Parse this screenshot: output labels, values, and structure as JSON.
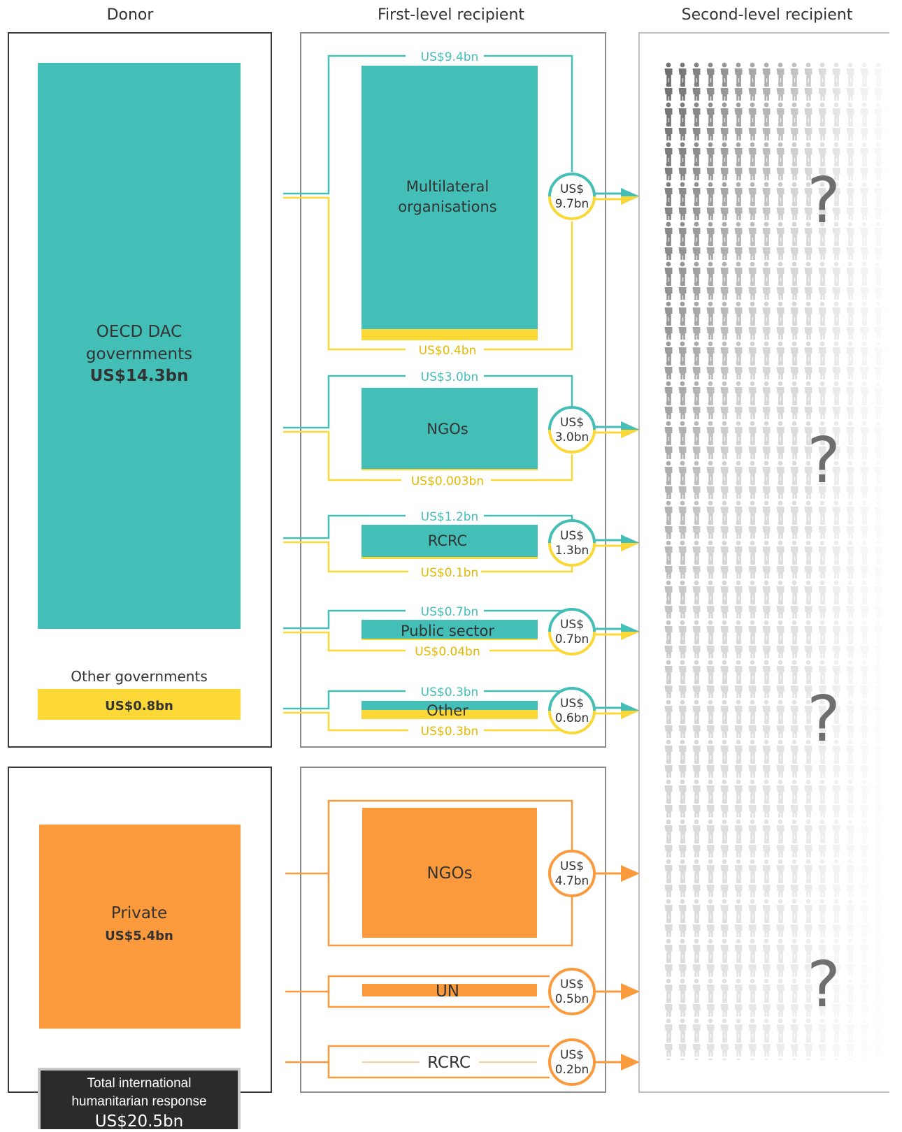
{
  "colors": {
    "teal": "#43bfb8",
    "yellow": "#fbd835",
    "orange": "#fb9a3c",
    "frame": "#3a3a3a",
    "frame_light": "#8c8c8c",
    "text": "#333333",
    "dark_box": "#2b2b2b",
    "question": "#6e6e6e"
  },
  "headers": {
    "donor": "Donor",
    "first_level": "First-level recipient",
    "second_level": "Second-level recipient"
  },
  "donors": {
    "oecd": {
      "name_line1": "OECD DAC",
      "name_line2": "governments",
      "amount": "US$14.3bn",
      "value_bn": 14.3
    },
    "other_gov": {
      "name": "Other governments",
      "amount": "US$0.8bn",
      "value_bn": 0.8
    },
    "private": {
      "name": "Private",
      "amount": "US$5.4bn",
      "value_bn": 5.4
    }
  },
  "public_recipients": [
    {
      "label_line1": "Multilateral",
      "label_line2": "organisations",
      "teal_flow": "US$9.4bn",
      "yellow_flow": "US$0.4bn",
      "total_line1": "US$",
      "total_line2": "9.7bn"
    },
    {
      "label_line1": "NGOs",
      "label_line2": "",
      "teal_flow": "US$3.0bn",
      "yellow_flow": "US$0.003bn",
      "total_line1": "US$",
      "total_line2": "3.0bn"
    },
    {
      "label_line1": "RCRC",
      "label_line2": "",
      "teal_flow": "US$1.2bn",
      "yellow_flow": "US$0.1bn",
      "total_line1": "US$",
      "total_line2": "1.3bn"
    },
    {
      "label_line1": "Public sector",
      "label_line2": "",
      "teal_flow": "US$0.7bn",
      "yellow_flow": "US$0.04bn",
      "total_line1": "US$",
      "total_line2": "0.7bn"
    },
    {
      "label_line1": "Other",
      "label_line2": "",
      "teal_flow": "US$0.3bn",
      "yellow_flow": "US$0.3bn",
      "total_line1": "US$",
      "total_line2": "0.6bn"
    }
  ],
  "private_recipients": [
    {
      "label": "NGOs",
      "total_line1": "US$",
      "total_line2": "4.7bn"
    },
    {
      "label": "UN",
      "total_line1": "US$",
      "total_line2": "0.5bn"
    },
    {
      "label": "RCRC",
      "total_line1": "US$",
      "total_line2": "0.2bn"
    }
  ],
  "second_level": {
    "question_mark": "?"
  },
  "total": {
    "line1": "Total international",
    "line2": "humanitarian response",
    "amount": "US$20.5bn"
  }
}
